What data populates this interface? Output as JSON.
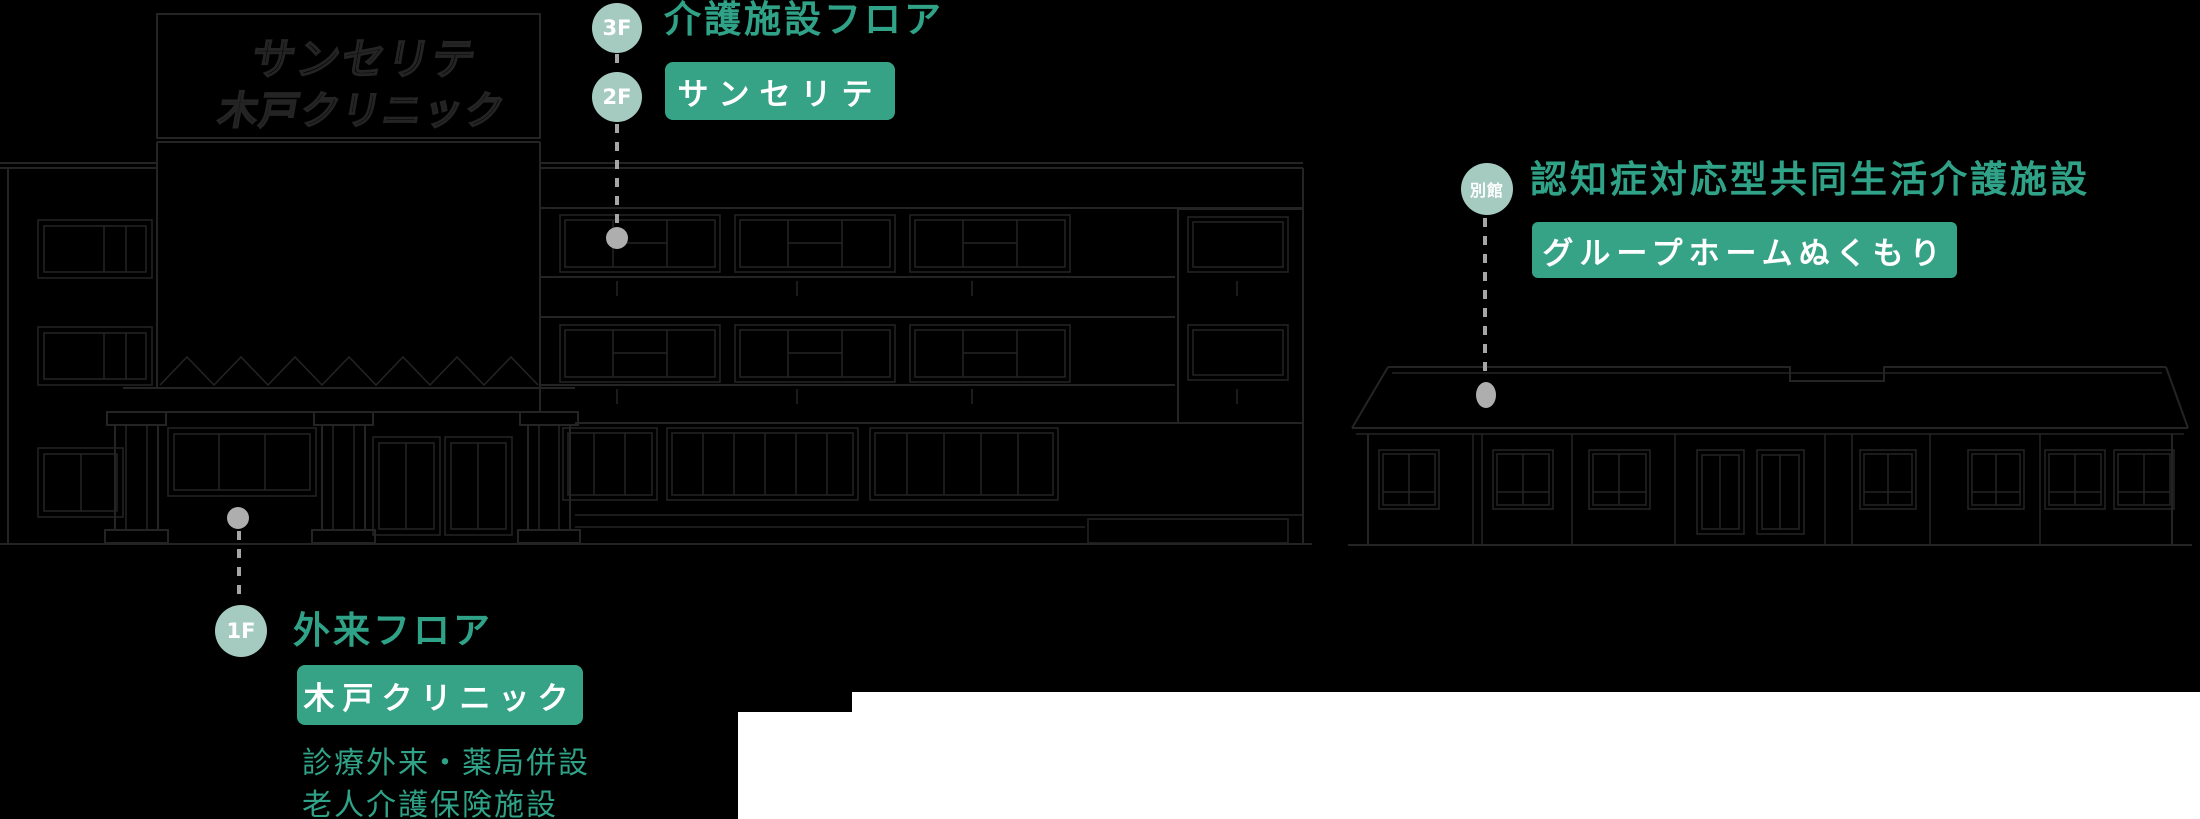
{
  "colors": {
    "background": "#000000",
    "building_line": "#242424",
    "accent_green": "#2fa287",
    "badge_green": "#36a286",
    "floor_circle_green": "#a5cabf",
    "connector_gray": "#a6a6a6",
    "dot_gray": "#aeaeae",
    "white_area": "#ffffff",
    "label_text": "#ffffff"
  },
  "building_sign": {
    "line1": "サンセリテ",
    "line2": "木戸クリニック"
  },
  "labels": {
    "care": {
      "floor_top": "3F",
      "floor_bottom": "2F",
      "title": "介護施設フロア",
      "badge": "サンセリテ"
    },
    "annex": {
      "floor": "別館",
      "title": "認知症対応型共同生活介護施設",
      "badge": "グループホームぬくもり"
    },
    "outpatient": {
      "floor": "1F",
      "title": "外来フロア",
      "badge": "木戸クリニック",
      "notes": [
        "診療外来・薬局併設",
        "老人介護保険施設"
      ]
    }
  }
}
